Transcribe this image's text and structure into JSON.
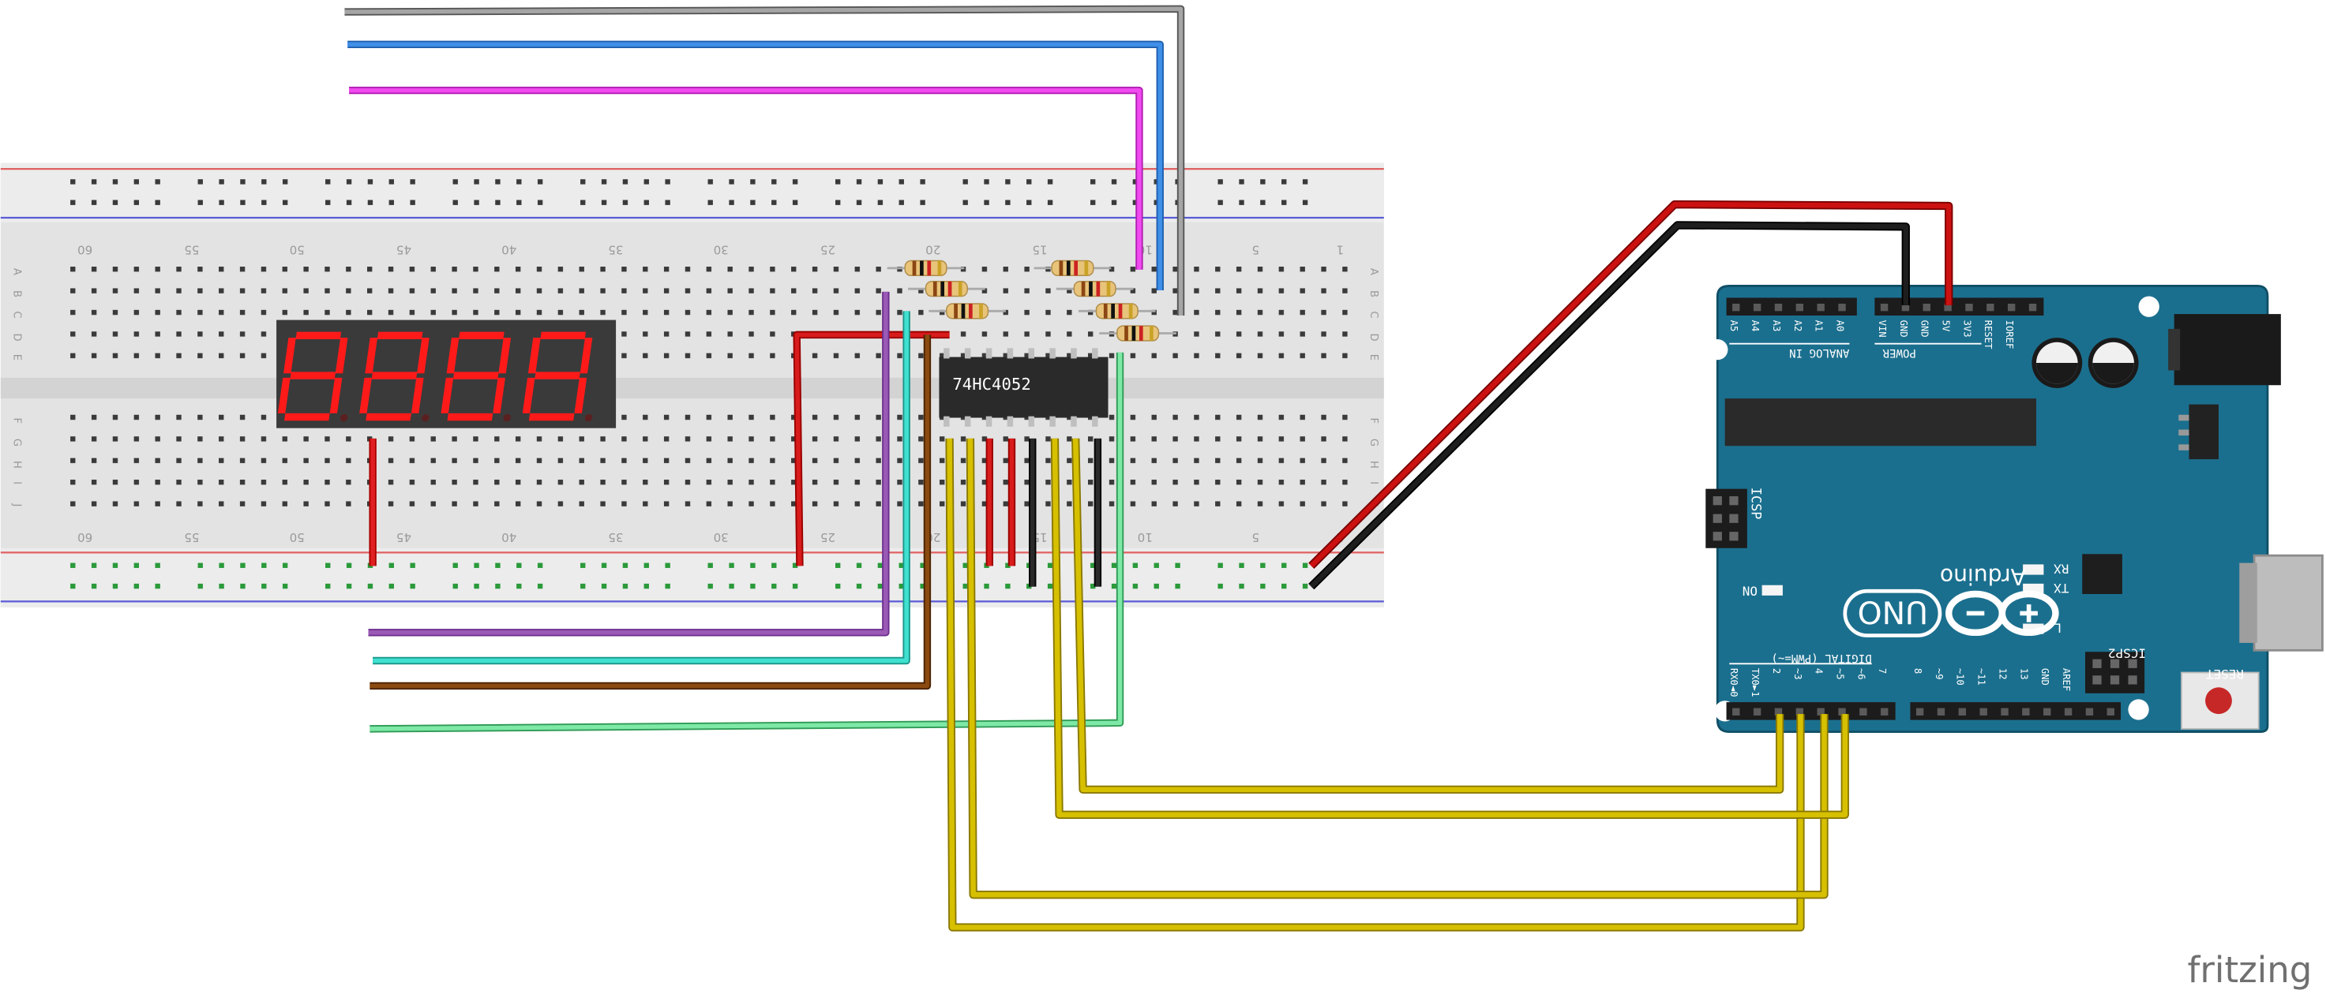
{
  "breadboard": {
    "column_numbers": [
      "60",
      "55",
      "50",
      "45",
      "40",
      "35",
      "30",
      "25",
      "20",
      "15",
      "10",
      "5",
      "1"
    ],
    "row_letters_top": [
      "A",
      "B",
      "C",
      "D",
      "E"
    ],
    "row_letters_bottom": [
      "F",
      "G",
      "H",
      "I",
      "J"
    ]
  },
  "display": {
    "digits": [
      "8",
      "8",
      "8",
      "8"
    ],
    "segment_color": "#ff1a1a"
  },
  "ic": {
    "label": "74HC4052"
  },
  "arduino": {
    "brand": "Arduino",
    "model": "UNO",
    "analog_header": "ANALOG IN",
    "analog_pins": [
      "A5",
      "A4",
      "A3",
      "A2",
      "A1",
      "A0"
    ],
    "power_header": "POWER",
    "power_pins": [
      "VIN",
      "GND",
      "GND",
      "5V",
      "3V3",
      "RESET",
      "IOREF"
    ],
    "icsp": "ICSP",
    "icsp2": "ICSP2",
    "on_label": "ON",
    "rx_label": "RX",
    "tx_label": "TX",
    "l_label": "L",
    "digital_header": "DIGITAL (PWM=~)",
    "digital_pins_low": [
      "RX0◄0",
      "TX0►1",
      "2",
      "~3",
      "4",
      "~5",
      "~6",
      "7"
    ],
    "digital_pins_high": [
      "8",
      "~9",
      "~10",
      "~11",
      "12",
      "13",
      "GND",
      "AREF"
    ],
    "reset_label": "RESET"
  },
  "watermark": "fritzing",
  "colors": {
    "board": "#1b6f8e",
    "wire_red": "#cc1111",
    "wire_black": "#111111",
    "wire_yellow": "#c9b000",
    "wire_gray": "#888888",
    "wire_blue": "#2f7fd8",
    "wire_magenta": "#e233e2",
    "wire_purple": "#8e44ad",
    "wire_teal": "#2ec4b6",
    "wire_brown": "#7a3a00",
    "wire_green": "#5fd68a"
  }
}
